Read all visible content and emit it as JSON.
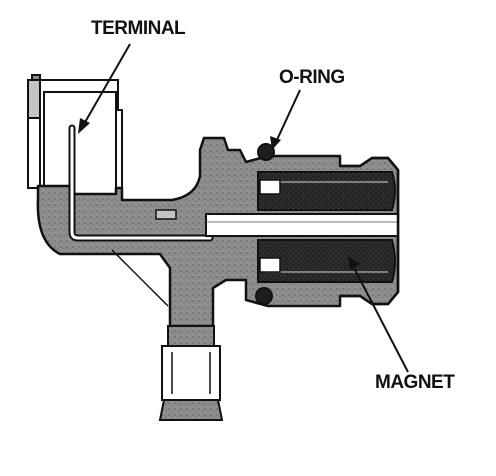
{
  "labels": {
    "terminal": "TERMINAL",
    "o_ring": "O-RING",
    "magnet": "MAGNET"
  },
  "colors": {
    "ink": "#111111",
    "body_gray": "#8a8a8a",
    "light_gray": "#c4c4c4",
    "dark_fill": "#1e1e1e",
    "paper": "#ffffff"
  }
}
